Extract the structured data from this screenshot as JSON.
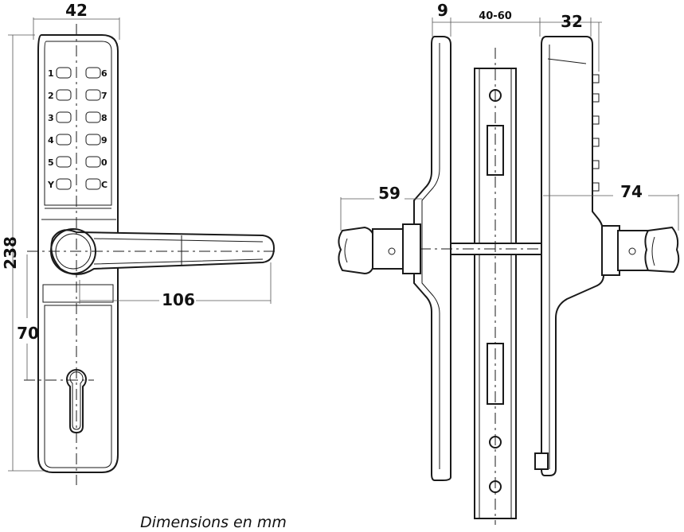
{
  "front_view": {
    "width_label": "42",
    "height_label": "238",
    "lever_length_label": "106",
    "key_center_label": "70",
    "keypad": {
      "left_keys": [
        "1",
        "2",
        "3",
        "4",
        "5",
        "Y"
      ],
      "right_keys": [
        "6",
        "7",
        "8",
        "9",
        "0",
        "C"
      ]
    }
  },
  "side_view": {
    "plate_thickness_label": "9",
    "door_thickness_label": "40-60",
    "body_depth_label": "32",
    "inner_handle_label": "59",
    "outer_handle_label": "74"
  },
  "caption": "Dimensions en mm"
}
